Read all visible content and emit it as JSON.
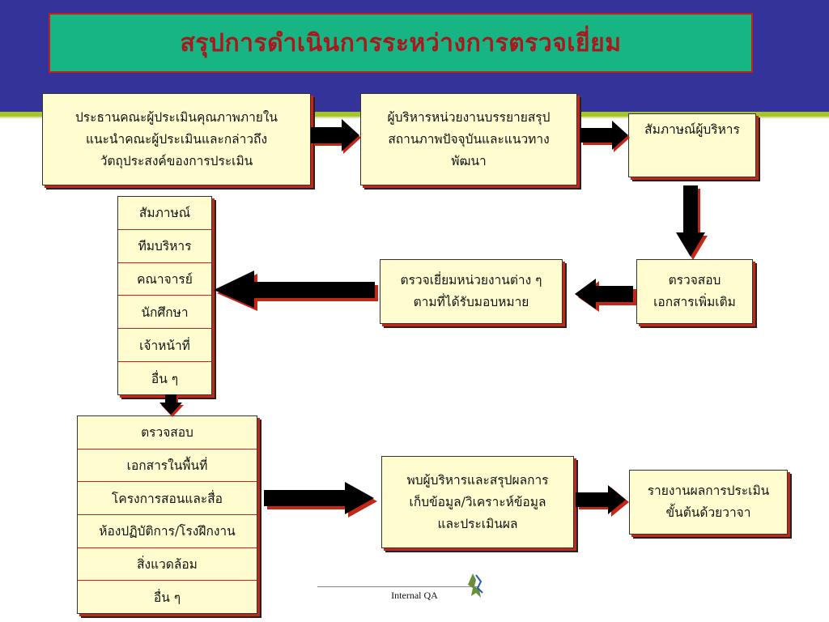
{
  "title": "สรุปการดำเนินการระหว่างการตรวจเยี่ยม",
  "box_chair": [
    "ประธานคณะผู้ประเมินคุณภาพภายใน",
    "แนะนำคณะผู้ประเมินและกล่าวถึง",
    "วัตถุประสงค์ของการประเมิน"
  ],
  "box_exec_present": [
    "ผู้บริหารหน่วยงานบรรยายสรุป",
    "สถานภาพปัจจุบันและแนวทาง",
    "พัฒนา"
  ],
  "box_interview_exec": [
    "สัมภาษณ์ผู้บริหาร"
  ],
  "box_check_docs": [
    "ตรวจสอบ",
    "เอกสารเพิ่มเติม"
  ],
  "box_visit_units": [
    "ตรวจเยี่ยมหน่วยงานต่าง ๆ",
    "ตามที่ได้รับมอบหมาย"
  ],
  "interview_list": [
    "สัมภาษณ์",
    "ทีมบริหาร",
    "คณาจารย์",
    "นักศึกษา",
    "เจ้าหน้าที่",
    "อื่น ๆ"
  ],
  "inspect_list": [
    "ตรวจสอบ",
    "เอกสารในพื้นที่",
    "โครงการสอนและสื่อ",
    "ห้องปฏิบัติการ/โรงฝึกงาน",
    "สิ่งแวดล้อม",
    "อื่น ๆ"
  ],
  "box_meet_summary": [
    "พบผู้บริหารและสรุปผลการ",
    "เก็บข้อมูล/วิเคราะห์ข้อมูล",
    "และประเมินผล"
  ],
  "box_report": [
    "รายงานผลการประเมิน",
    "ขั้นต้นด้วยวาจา"
  ],
  "footer": "Internal QA",
  "colors": {
    "band": "#33339a",
    "title_bg": "#17b584",
    "title_text": "#a8191e",
    "box_bg": "#fffdcf",
    "shadow": "#c42618",
    "arrow": "#000000"
  }
}
